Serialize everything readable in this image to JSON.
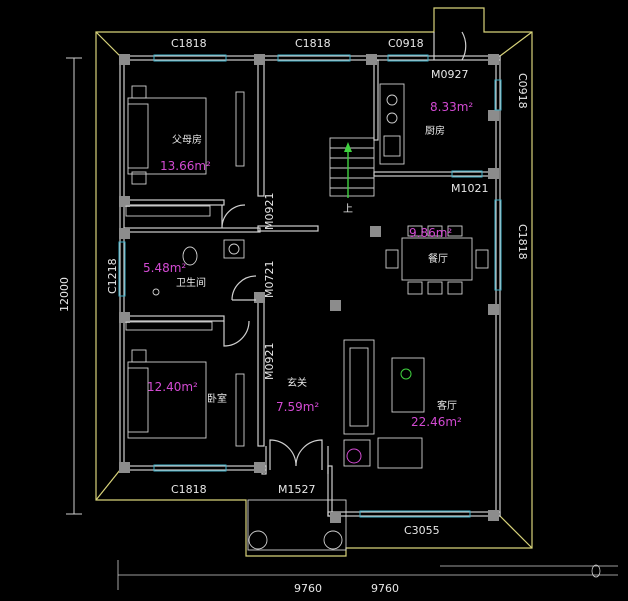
{
  "windows": {
    "top_left": "C1818",
    "top_middle": "C1818",
    "top_right": "C0918",
    "right_upper": "C0918",
    "right_middle": "C1818",
    "left": "C1218",
    "bottom_left": "C1818",
    "bottom_right": "C3055"
  },
  "doors": {
    "kitchen": "M0927",
    "kitchen_dining": "M1021",
    "parents_room": "M0921",
    "bathroom": "M0721",
    "bedroom": "M0921",
    "entrance": "M1527"
  },
  "rooms": {
    "parents_room": {
      "name": "父母房",
      "area": "13.66m²"
    },
    "kitchen": {
      "name": "厨房",
      "area": "8.33m²"
    },
    "dining": {
      "name": "餐厅",
      "area": "9.86m²"
    },
    "bathroom": {
      "name": "卫生间",
      "area": "5.48m²"
    },
    "bedroom": {
      "name": "卧室",
      "area": "12.40m²"
    },
    "foyer": {
      "name": "玄关",
      "area": "7.59m²"
    },
    "living": {
      "name": "客厅",
      "area": "22.46m²"
    }
  },
  "stair_label": "上",
  "dimensions": {
    "left_overall": "12000",
    "bottom_left": "9760",
    "bottom_right": "9760"
  },
  "colors": {
    "background": "#000000",
    "wall": "#cfcfcf",
    "outline": "#d8d37a",
    "window": "#3fb0c8",
    "area_text": "#d24ad2",
    "stair_arrow": "#3fd23f"
  }
}
